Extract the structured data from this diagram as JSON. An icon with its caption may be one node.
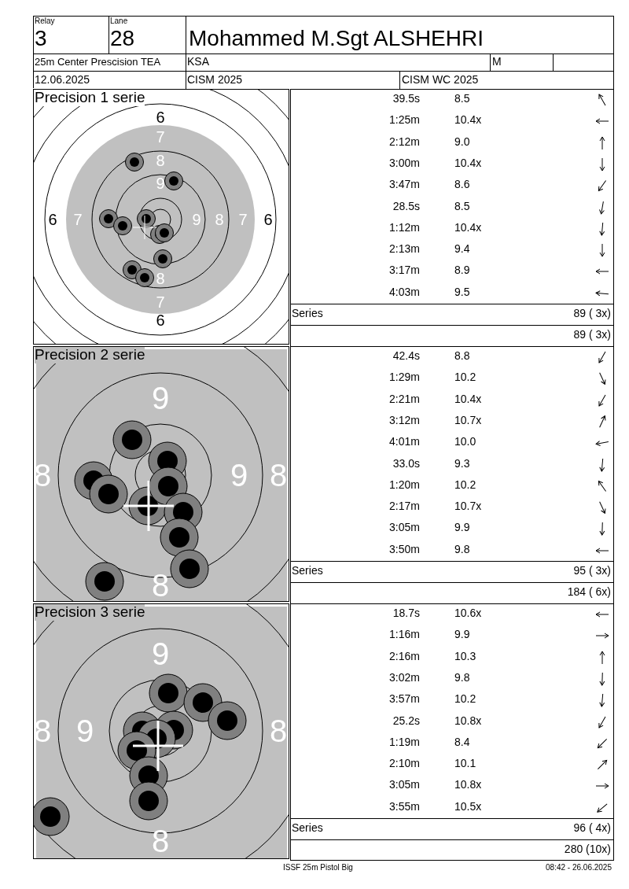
{
  "diagram": {
    "nodes": [
      {
        "text": [
          "Precision 1 serie",
          "6",
          "7",
          "8",
          "9",
          "6",
          "7",
          "9",
          "8",
          "7",
          "6",
          "8",
          "7",
          "6"
        ]
      },
      {
        "text": [
          "Precision 2 serie",
          "9",
          "8",
          "9",
          "8",
          "8"
        ]
      },
      {
        "text": [
          "Precision 3 serie",
          "9",
          "8",
          "9",
          "8",
          "8"
        ]
      }
    ],
    "labels": [
      "Relay",
      "Lane",
      "3",
      "28",
      "Mohammed M.Sgt ALSHEHRI",
      "25m Center Prescision TEA",
      "KSA",
      "M",
      "12.06.2025",
      "CISM 2025",
      "CISM WC 2025",
      "39.5s",
      "8.5",
      "1:25m",
      "10.4x",
      "2:12m",
      "9.0",
      "3:00m",
      "10.4x",
      "3:47m",
      "8.6",
      "28.5s",
      "8.5",
      "1:12m",
      "10.4x",
      "2:13m",
      "9.4",
      "3:17m",
      "8.9",
      "4:03m",
      "9.5",
      "Series",
      "89 ( 3x)",
      "89 ( 3x)",
      "42.4s",
      "8.8",
      "1:29m",
      "10.2",
      "2:21m",
      "10.4x",
      "3:12m",
      "10.7x",
      "4:01m",
      "10.0",
      "33.0s",
      "9.3",
      "1:20m",
      "10.2",
      "2:17m",
      "10.7x",
      "3:05m",
      "9.9",
      "3:50m",
      "9.8",
      "Series",
      "95 ( 3x)",
      "184 ( 6x)",
      "18.7s",
      "10.6x",
      "1:16m",
      "9.9",
      "2:16m",
      "10.3",
      "3:02m",
      "9.8",
      "3:57m",
      "10.2",
      "25.2s",
      "10.8x",
      "1:19m",
      "8.4",
      "2:10m",
      "10.1",
      "3:05m",
      "10.8x",
      "3:55m",
      "10.5x",
      "Series",
      "96 ( 4x)",
      "280 (10x)",
      "ISSF 25m Pistol Big",
      "08:42 - 26.06.2025"
    ]
  }
}
